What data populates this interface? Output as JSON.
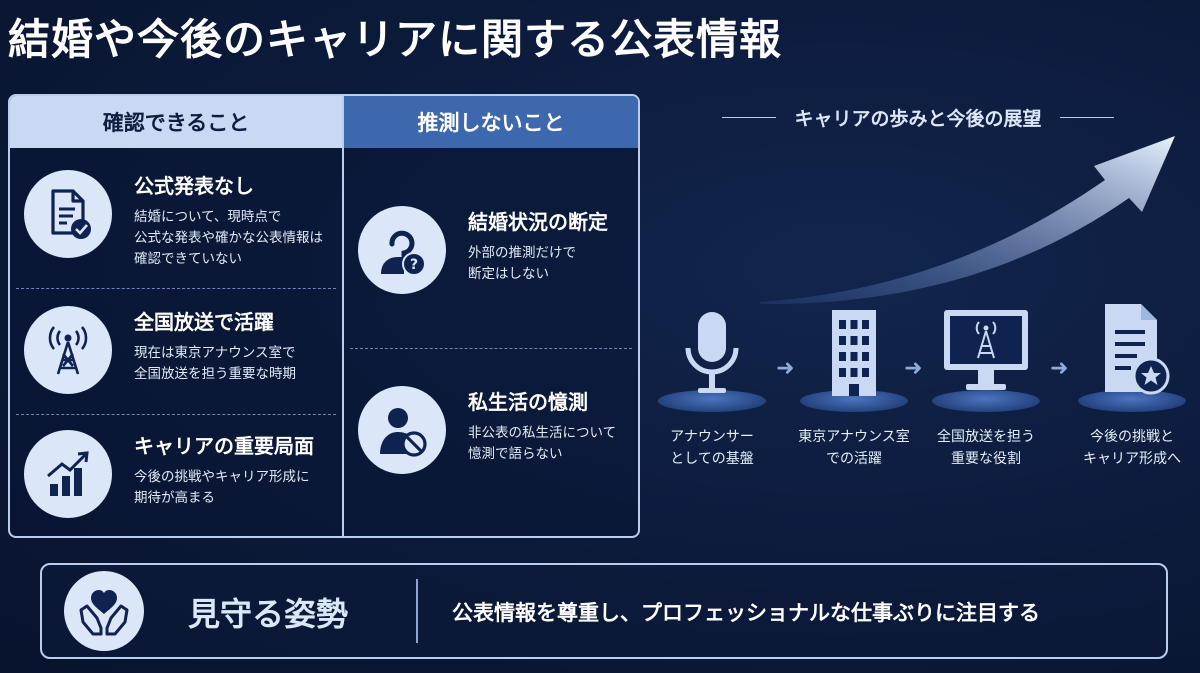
{
  "title": "結婚や今後のキャリアに関する公表情報",
  "confirmable": {
    "heading": "確認できること",
    "items": [
      {
        "title": "公式発表なし",
        "desc": "結婚について、現時点で\n公式な発表や確かな公表情報は\n確認できていない",
        "icon": "document-check-icon"
      },
      {
        "title": "全国放送で活躍",
        "desc": "現在は東京アナウンス室で\n全国放送を担う重要な時期",
        "icon": "broadcast-tower-icon"
      },
      {
        "title": "キャリアの重要局面",
        "desc": "今後の挑戦やキャリア形成に\n期待が高まる",
        "icon": "growth-chart-icon"
      }
    ]
  },
  "not_speculated": {
    "heading": "推測しないこと",
    "items": [
      {
        "title": "結婚状況の断定",
        "desc": "外部の推測だけで\n断定はしない",
        "icon": "person-question-icon"
      },
      {
        "title": "私生活の憶測",
        "desc": "非公表の私生活について\n憶測で語らない",
        "icon": "person-prohibited-icon"
      }
    ]
  },
  "journey": {
    "title": "キャリアの歩みと今後の展望",
    "steps": [
      {
        "label": "アナウンサー\nとしての基盤",
        "icon": "microphone-icon"
      },
      {
        "label": "東京アナウンス室\nでの活躍",
        "icon": "building-icon"
      },
      {
        "label": "全国放送を担う\n重要な役割",
        "icon": "monitor-broadcast-icon"
      },
      {
        "label": "今後の挑戦と\nキャリア形成へ",
        "icon": "document-star-icon"
      }
    ]
  },
  "footer": {
    "stance": "見守る姿勢",
    "message": "公表情報を尊重し、プロフェッショナルな仕事ぶりに注目する",
    "icon": "heart-hands-icon"
  },
  "colors": {
    "background": "#0c1a3a",
    "accent_light": "#c9d9f3",
    "accent_blue": "#3d68ad",
    "icon_dark": "#0f2350"
  }
}
